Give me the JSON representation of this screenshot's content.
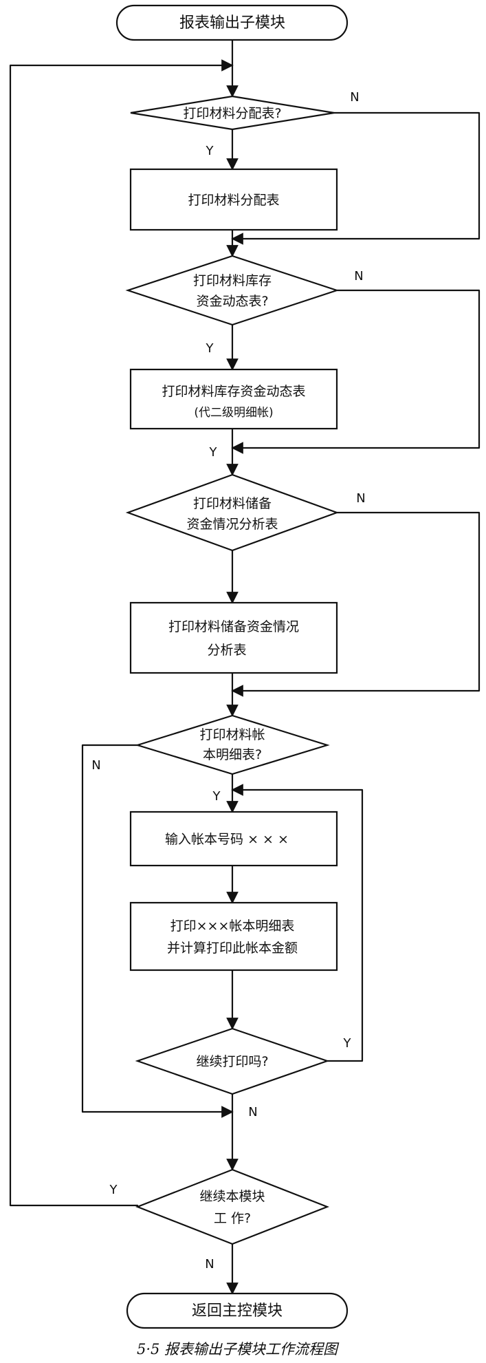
{
  "start": "报表输出子模块",
  "end": "返回主控模块",
  "yes": "Y",
  "no": "N",
  "decisions": {
    "d1": "打印材料分配表?",
    "d2": [
      "打印材料库存",
      "资金动态表?"
    ],
    "d3": [
      "打印材料储备",
      "资金情况分析表"
    ],
    "d4": [
      "打印材料帐",
      "本明细表?"
    ],
    "d5": "继续打印吗?",
    "d6": [
      "继续本模块",
      "工 作?"
    ]
  },
  "processes": {
    "p1": "打印材料分配表",
    "p2": [
      "打印材料库存资金动态表",
      "(代二级明细帐)"
    ],
    "p3": [
      "打印材料储备资金情况",
      "分析表"
    ],
    "p4": "输入帐本号码 × × ×",
    "p5": [
      "打印×××帐本明细表",
      "并计算打印此帐本金额"
    ]
  },
  "caption": "5·5 报表输出子模块工作流程图"
}
